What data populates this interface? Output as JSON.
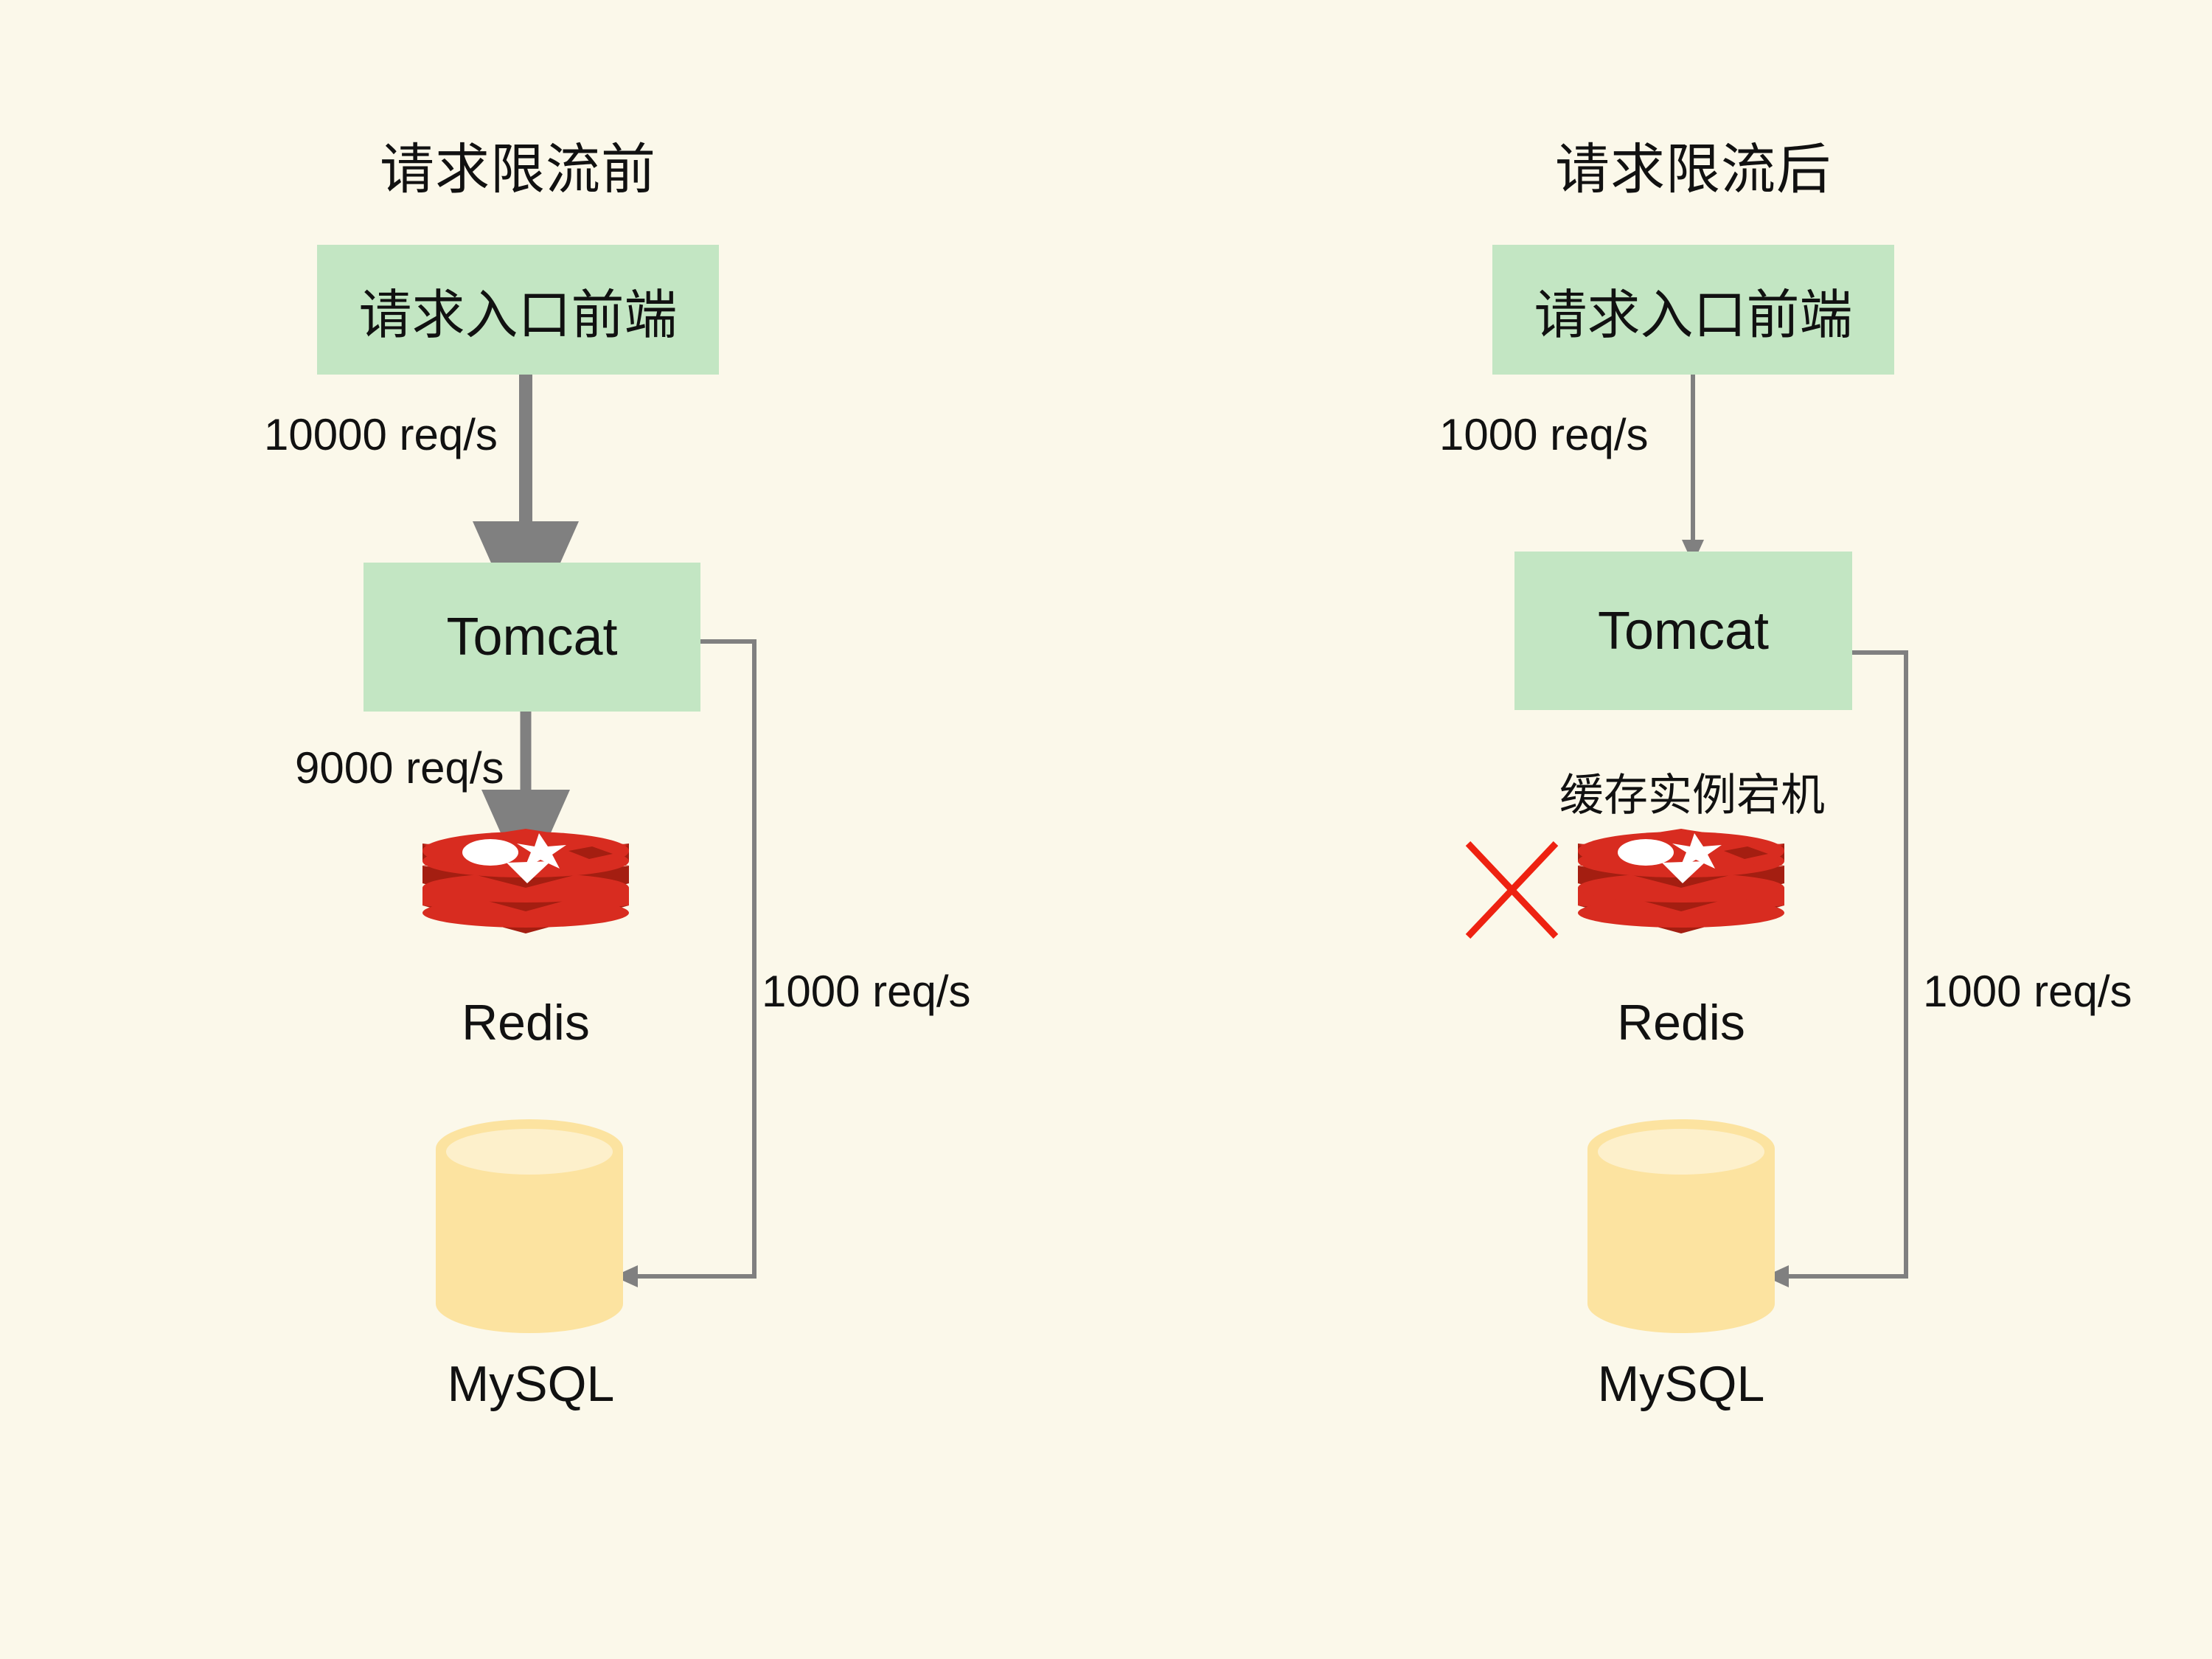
{
  "background_color": "#fbf8ea",
  "palette": {
    "box_green": "#c3e6c3",
    "arrow_gray": "#808080",
    "thin_line_gray": "#808080",
    "redis_red": "#d82c20",
    "redis_red_dark": "#a41e11",
    "mysql_yellow": "#fce3a0",
    "mysql_yellow_top": "#fdf0cb",
    "cross_red": "#ee2211",
    "text_black": "#111111"
  },
  "panels": [
    {
      "id": "before",
      "title": "请求限流前",
      "frontend": {
        "label": "请求入口前端"
      },
      "tomcat": {
        "label": "Tomcat"
      },
      "redis": {
        "caption": "Redis",
        "down_note": "",
        "has_cross": false
      },
      "mysql": {
        "caption": "MySQL"
      },
      "edges": [
        {
          "id": "frontend-to-tomcat",
          "label": "10000 req/s",
          "style": "thick"
        },
        {
          "id": "tomcat-to-redis",
          "label": "9000 req/s",
          "style": "thick"
        },
        {
          "id": "tomcat-to-mysql",
          "label": "1000 req/s",
          "style": "thin"
        }
      ]
    },
    {
      "id": "after",
      "title": "请求限流后",
      "frontend": {
        "label": "请求入口前端"
      },
      "tomcat": {
        "label": "Tomcat"
      },
      "redis": {
        "caption": "Redis",
        "down_note": "缓存实例宕机",
        "has_cross": true
      },
      "mysql": {
        "caption": "MySQL"
      },
      "edges": [
        {
          "id": "frontend-to-tomcat",
          "label": "1000 req/s",
          "style": "thin"
        },
        {
          "id": "tomcat-to-mysql",
          "label": "1000 req/s",
          "style": "thin"
        }
      ]
    }
  ]
}
